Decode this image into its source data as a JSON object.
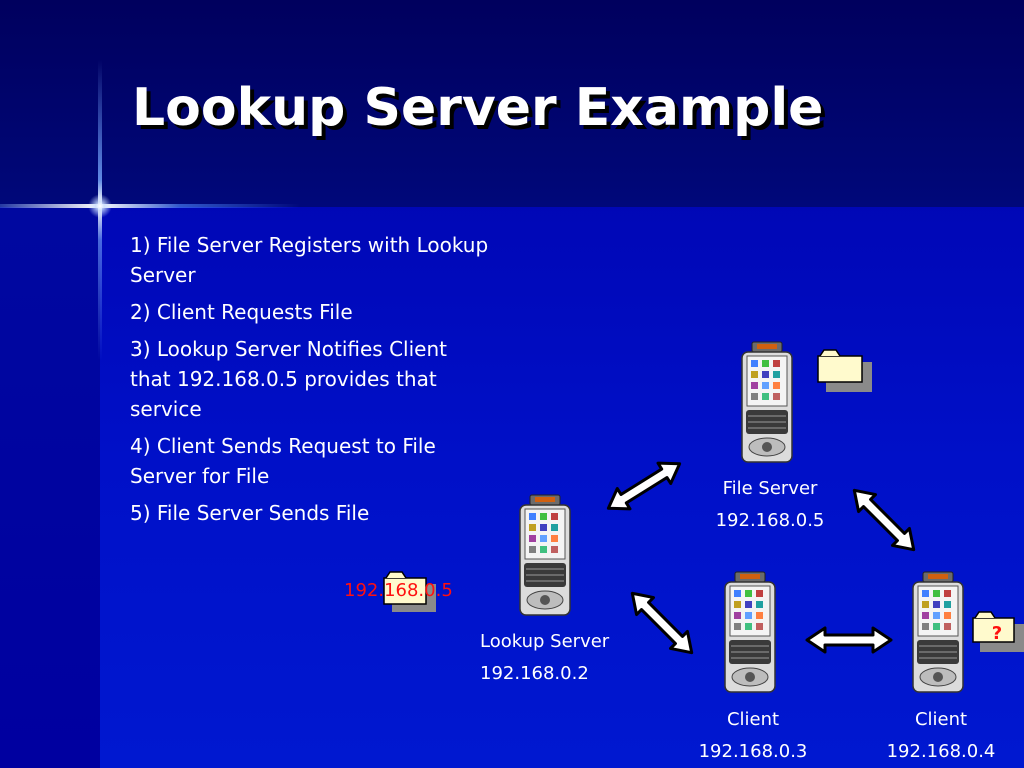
{
  "slide": {
    "title": "Lookup Server Example",
    "steps": [
      "1) File Server Registers with Lookup Server",
      "2) Client Requests File",
      "3) Lookup Server Notifies Client that 192.168.0.5 provides that service",
      "4) Client Sends Request to File Server for File",
      "5) File Server Sends File"
    ]
  },
  "diagram": {
    "file_server": {
      "name": "File Server",
      "ip": "192.168.0.5"
    },
    "lookup_server": {
      "name": "Lookup Server",
      "ip": "192.168.0.2"
    },
    "client_a": {
      "name": "Client",
      "ip": "192.168.0.3"
    },
    "client_b": {
      "name": "Client",
      "ip": "192.168.0.4"
    },
    "cached_address": "192.168.0.5",
    "unknown_file_mark": "?"
  },
  "colors": {
    "background": "#0010c8",
    "title_band": "#00005e",
    "highlight_text": "#ff1010",
    "arrow_fill": "#ffffff"
  }
}
